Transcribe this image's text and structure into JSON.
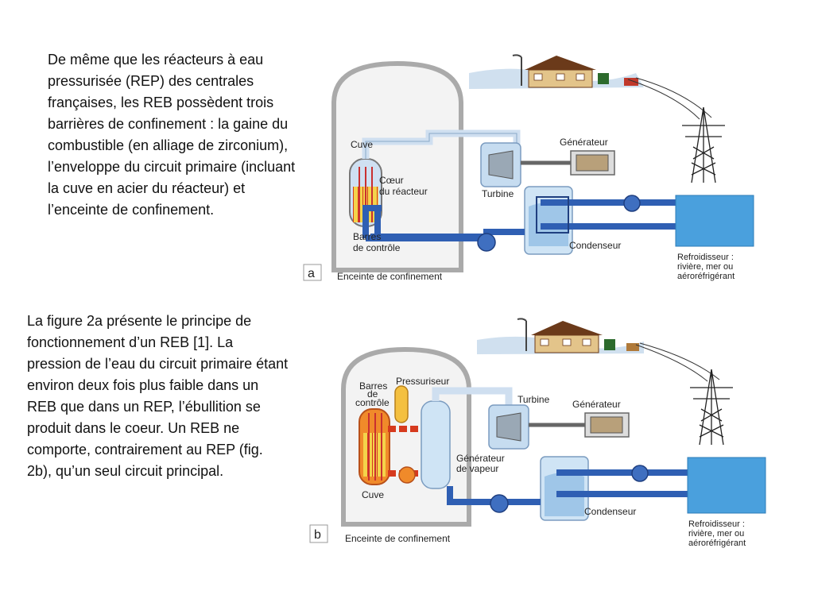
{
  "paragraphs": {
    "p1": "De même que les réacteurs à eau pressurisée (REP) des centrales françaises, les REB possèdent trois barrières de confinement : la gaine du combustible (en alliage de zirconium), l’enveloppe du circuit primaire (incluant la cuve en acier du réacteur) et l’enceinte de confinement.",
    "p2": "La figure 2a présente le principe de fonctionnement d’un REB [1]. La pression de l’eau du circuit primaire étant environ deux fois plus faible dans un REB que dans un REP, l’ébullition se produit dans le coeur. Un REB ne comporte, contrairement au REP (fig. 2b), qu’un seul circuit principal."
  },
  "figure_a": {
    "letter": "a",
    "cuve": "Cuve",
    "coeur_line1": "Cœur",
    "coeur_line2": "du réacteur",
    "barres_line1": "Barres",
    "barres_line2": "de contrôle",
    "turbine": "Turbine",
    "generateur": "Générateur",
    "condenseur": "Condenseur",
    "refroid_line1": "Refroidisseur :",
    "refroid_line2": "rivière, mer ou",
    "refroid_line3": "aéroréfrigérant",
    "enceinte": "Enceinte de confinement"
  },
  "figure_b": {
    "letter": "b",
    "barres_line1": "Barres",
    "barres_line2": "de",
    "barres_line3": "contrôle",
    "pressuriseur": "Pressuriseur",
    "turbine": "Turbine",
    "generateur": "Générateur",
    "gen_vapeur_line1": "Générateur",
    "gen_vapeur_line2": "de vapeur",
    "cuve": "Cuve",
    "condenseur": "Condenseur",
    "refroid_line1": "Refroidisseur :",
    "refroid_line2": "rivière, mer ou",
    "refroid_line3": "aéroréfrigérant",
    "enceinte": "Enceinte de confinement"
  },
  "colors": {
    "water_blue": "#4a7fd0",
    "steam_light": "#dce8f5",
    "cold_blue": "#2f5fb3",
    "cooler_blue": "#4aa0dd",
    "hot_orange": "#f08a2a",
    "hot_red": "#d63a1e",
    "fuel_yellow": "#f4d34a"
  },
  "icons": [
    "house-icon",
    "pylon-icon",
    "turbine-icon",
    "generator-icon",
    "pump-icon",
    "lamp-post-icon"
  ]
}
